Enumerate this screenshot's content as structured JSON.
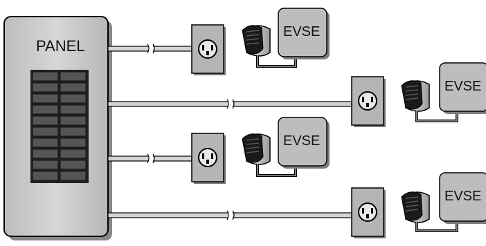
{
  "panel": {
    "label": "PANEL"
  },
  "evse_label": "EVSE",
  "colors": {
    "panel_fill": "#c9c9c9",
    "breaker_fill": "#555555",
    "outlet_fill": "#b5b5b5",
    "evse_fill": "#bdbdbd",
    "conduit_fill": "#d4d4d4",
    "outline": "#000000"
  },
  "circuits": [
    {
      "id": "circuit-1",
      "evse_label": "EVSE"
    },
    {
      "id": "circuit-2",
      "evse_label": "EVSE"
    },
    {
      "id": "circuit-3",
      "evse_label": "EVSE"
    },
    {
      "id": "circuit-4",
      "evse_label": "EVSE"
    }
  ]
}
